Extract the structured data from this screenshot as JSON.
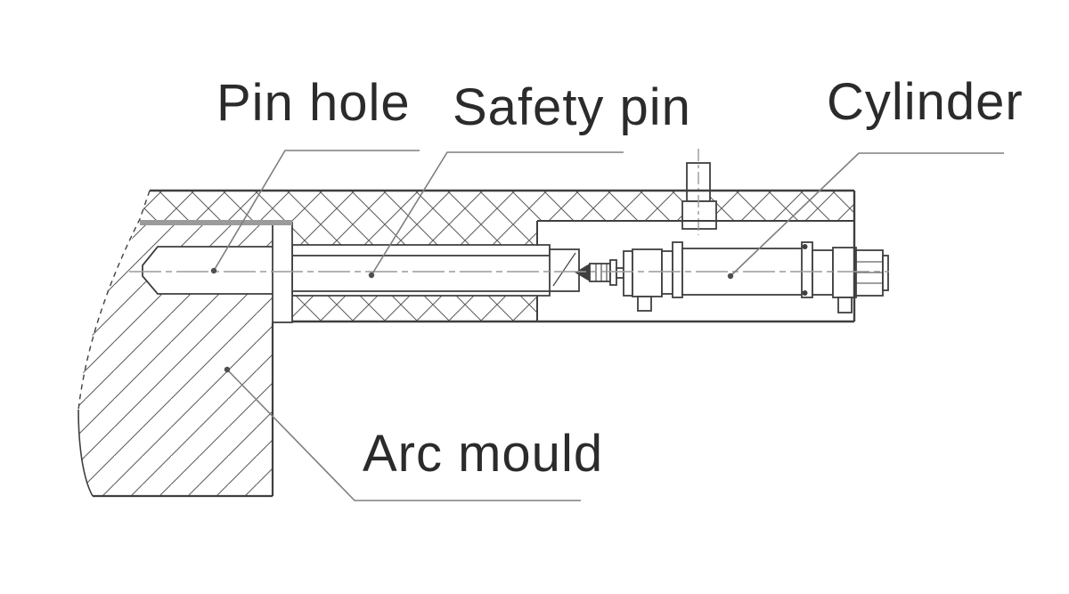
{
  "diagram": {
    "type": "engineering-section-drawing",
    "background_color": "#ffffff",
    "line_color": "#3f3f3f",
    "hatch_color": "#5f5f5f",
    "leader_color": "#7e7e7e",
    "text_color": "#2b2b2b",
    "gray_band_color": "#9b9b9b",
    "labels": {
      "pin_hole": "Pin hole",
      "safety_pin": "Safety pin",
      "cylinder": "Cylinder",
      "arc_mould": "Arc mould"
    }
  }
}
